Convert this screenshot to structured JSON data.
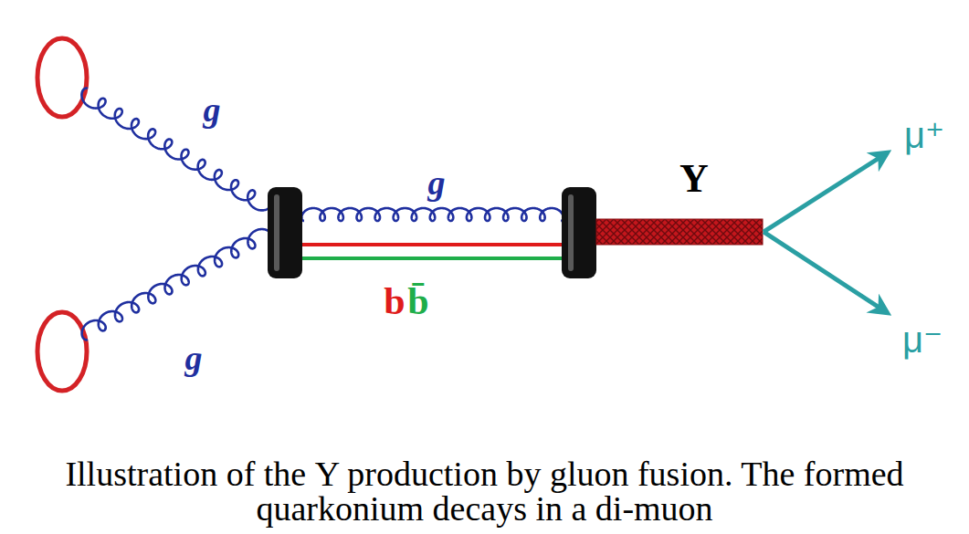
{
  "diagram": {
    "caption": "Illustration of the Υ production by gluon fusion. The formed quarkonium decays in a di-muon",
    "labels": [
      "g",
      "g",
      "g",
      "b",
      "b̄",
      "Υ",
      "μ⁺",
      "μ⁻"
    ]
  }
}
